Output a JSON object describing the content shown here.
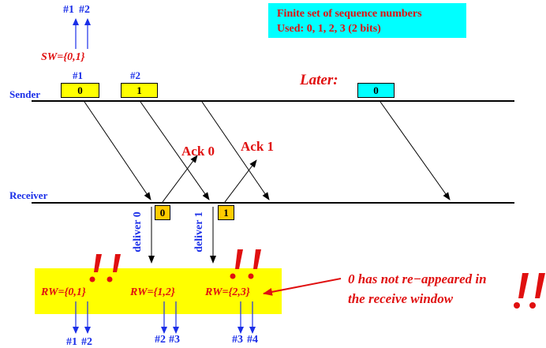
{
  "info_box": {
    "line1": "Finite set of sequence numbers",
    "line2": "Used: 0, 1, 2, 3 (2 bits)",
    "color": "#00ffff"
  },
  "sender": {
    "label": "Sender",
    "sw_label": "SW={0,1}",
    "top_arrows": [
      "#1",
      "#2"
    ],
    "packets": [
      {
        "above": "#1",
        "seq": "0",
        "color": "#ffff00"
      },
      {
        "above": "#2",
        "seq": "1",
        "color": "#ffff00"
      }
    ],
    "later_label": "Later:",
    "later_packet": {
      "seq": "0",
      "color": "#00ffff"
    }
  },
  "receiver": {
    "label": "Receiver",
    "acks": [
      "Ack 0",
      "Ack 1"
    ],
    "received": [
      {
        "seq": "0",
        "deliver": "deliver 0",
        "color": "#ffcc00"
      },
      {
        "seq": "1",
        "deliver": "deliver 1",
        "color": "#ffcc00"
      }
    ],
    "windows": [
      "RW={0,1}",
      "RW={1,2}",
      "RW={2,3}"
    ],
    "bottom_arrows": [
      "#1",
      "#2",
      "#2",
      "#3",
      "#3",
      "#4"
    ],
    "band_color": "#ffff00"
  },
  "annotation": {
    "line1": "0 has not re−appeared in",
    "line2": "the receive window"
  },
  "colors": {
    "red": "#e01010",
    "blue": "#1a2ee8"
  }
}
